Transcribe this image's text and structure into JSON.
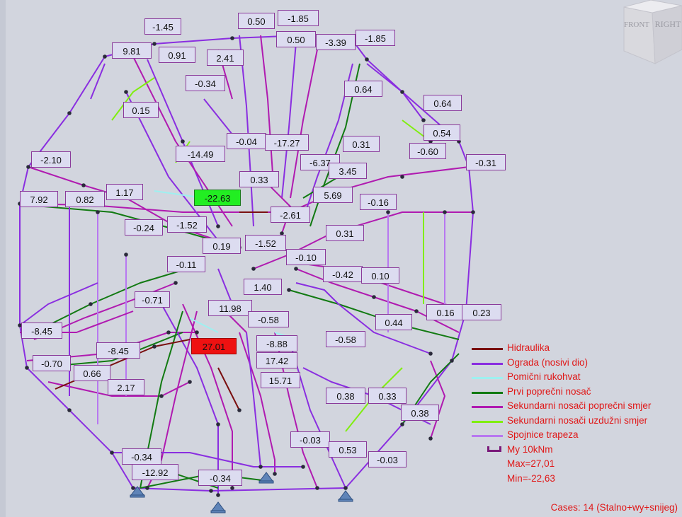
{
  "viewcube": {
    "front": "FRONT",
    "right": "RIGHT"
  },
  "labels": [
    {
      "text": "-1.45"
    },
    {
      "text": "0.50"
    },
    {
      "text": "-1.85"
    },
    {
      "text": "9.81"
    },
    {
      "text": "0.91"
    },
    {
      "text": "2.41"
    },
    {
      "text": "0.50"
    },
    {
      "text": "-3.39"
    },
    {
      "text": "-1.85"
    },
    {
      "text": "-0.34"
    },
    {
      "text": "0.64"
    },
    {
      "text": "0.15"
    },
    {
      "text": "0.64"
    },
    {
      "text": "0.54"
    },
    {
      "text": "-0.04"
    },
    {
      "text": "-17.27"
    },
    {
      "text": "0.31"
    },
    {
      "text": "-0.60"
    },
    {
      "text": "-14.49"
    },
    {
      "text": "-2.10"
    },
    {
      "text": "-6.37"
    },
    {
      "text": "-0.31"
    },
    {
      "text": "3.45"
    },
    {
      "text": "0.33"
    },
    {
      "text": "1.17"
    },
    {
      "text": "-22.63",
      "kind": "min"
    },
    {
      "text": "7.92"
    },
    {
      "text": "0.82"
    },
    {
      "text": "5.69"
    },
    {
      "text": "-0.16"
    },
    {
      "text": "-2.61"
    },
    {
      "text": "-0.24"
    },
    {
      "text": "-1.52"
    },
    {
      "text": "0.31"
    },
    {
      "text": "0.19"
    },
    {
      "text": "-1.52"
    },
    {
      "text": "-0.10"
    },
    {
      "text": "-0.11"
    },
    {
      "text": "-0.42"
    },
    {
      "text": "0.10"
    },
    {
      "text": "1.40"
    },
    {
      "text": "-0.71"
    },
    {
      "text": "11.98"
    },
    {
      "text": "0.16"
    },
    {
      "text": "0.23"
    },
    {
      "text": "-0.58"
    },
    {
      "text": "0.44"
    },
    {
      "text": "-8.45"
    },
    {
      "text": "-8.88"
    },
    {
      "text": "-0.58"
    },
    {
      "text": "27.01",
      "kind": "max"
    },
    {
      "text": "-8.45"
    },
    {
      "text": "17.42"
    },
    {
      "text": "-0.70"
    },
    {
      "text": "0.66"
    },
    {
      "text": "15.71"
    },
    {
      "text": "2.17"
    },
    {
      "text": "0.38"
    },
    {
      "text": "0.33"
    },
    {
      "text": "0.38"
    },
    {
      "text": "-0.03"
    },
    {
      "text": "0.53"
    },
    {
      "text": "-0.03"
    },
    {
      "text": "-0.34"
    },
    {
      "text": "-12.92"
    },
    {
      "text": "-0.34"
    }
  ],
  "legend": {
    "items": [
      {
        "label": "Hidraulika",
        "color": "#7a1010"
      },
      {
        "label": "Ograda (nosivi dio)",
        "color": "#8a2ee0"
      },
      {
        "label": "Pomični rukohvat",
        "color": "#9ef0f0"
      },
      {
        "label": "Prvi poprečni nosač",
        "color": "#127a12"
      },
      {
        "label": "Sekundarni nosači poprečni smjer",
        "color": "#b01ab0"
      },
      {
        "label": "Sekundarni nosači uzdužni smjer",
        "color": "#80ee10"
      },
      {
        "label": "Spojnice trapeza",
        "color": "#b878f0"
      }
    ],
    "my_label": "My  10kNm",
    "max_label": "Max=27,01",
    "min_label": "Min=-22,63"
  },
  "cases": "Cases: 14 (Stalno+wy+snijeg)"
}
